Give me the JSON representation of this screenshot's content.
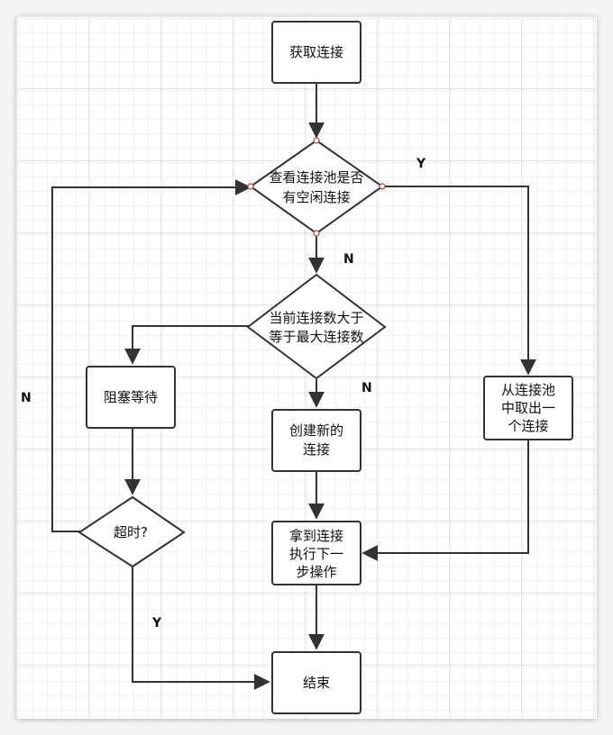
{
  "diagram": {
    "nodes": {
      "get_connection": {
        "label_lines": [
          "获取连接"
        ]
      },
      "check_idle": {
        "label_lines": [
          "查看连接池是否",
          "有空闲连接"
        ]
      },
      "check_max": {
        "label_lines": [
          "当前连接数大于",
          "等于最大连接数"
        ]
      },
      "block_wait": {
        "label_lines": [
          "阻塞等待"
        ]
      },
      "timeout": {
        "label_lines": [
          "超时?"
        ]
      },
      "create_new": {
        "label_lines": [
          "创建新的",
          "连接"
        ]
      },
      "take_from_pool": {
        "label_lines": [
          "从连接池",
          "中取出一",
          "个连接"
        ]
      },
      "execute_next": {
        "label_lines": [
          "拿到连接",
          "执行下一",
          "步操作"
        ]
      },
      "end": {
        "label_lines": [
          "结束"
        ]
      }
    },
    "edge_labels": {
      "idle_yes": "Y",
      "idle_no": "N",
      "max_no": "N",
      "timeout_no": "N",
      "timeout_yes": "Y"
    },
    "colors": {
      "stroke": "#333333",
      "fill": "#ffffff",
      "grid_minor": "#e6e6e6",
      "grid_major": "#d2d2d2",
      "frame_bg": "#f4f4f4",
      "port": "#b04040"
    }
  }
}
